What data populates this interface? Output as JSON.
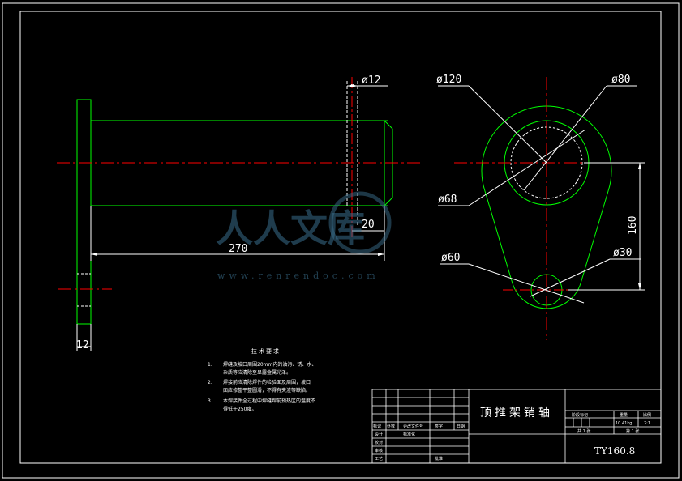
{
  "dimensions": {
    "shaft_hole_dia": "ø12",
    "hole_offset": "20",
    "shaft_length": "270",
    "flange_thickness": "12",
    "outer_dia": "ø120",
    "bore_dia": "ø80",
    "hub_dia": "ø68",
    "center_distance": "160",
    "small_end_dia": "ø60",
    "small_hole_dia": "ø30"
  },
  "notes": {
    "title": "技术要求",
    "items": [
      {
        "num": "1.",
        "line1": "焊缝及坡口周围20mm内的油污、锈、水、",
        "line2": "杂质等应清除至显露金属光泽。"
      },
      {
        "num": "2.",
        "line1": "焊接前应清除焊件的检验面及周围，坡口",
        "line2": "面应修整平整圆滑，不得有夹渣等缺陷。"
      },
      {
        "num": "3.",
        "line1": "本焊接件全过程中焊缝焊前预热区的温度不",
        "line2": "得低于250度。"
      }
    ]
  },
  "title_block": {
    "part_name": "顶推架销轴",
    "drawing_code": "TY160.8",
    "weight_label": "重量",
    "scale_label": "比例",
    "stage_label": "阶段标记",
    "weight_value": "10.41kg",
    "scale_value": "2:1",
    "sheets_total": "共 1 张",
    "sheet_no": "第 1 张",
    "row_marks": "标记",
    "row_count": "处数",
    "row_doc": "更改文件号",
    "row_sign": "签字",
    "row_date": "日期",
    "design": "设计",
    "check": "校对",
    "review": "审核",
    "process": "工艺",
    "standard": "标准化",
    "approve": "批准"
  },
  "watermark": {
    "text": "人人文库",
    "url": "www.renrendoc.com"
  },
  "colors": {
    "outline": "#00ff00",
    "centerline": "#ff0000",
    "dimension": "#ffffff",
    "background": "#000000",
    "watermark": "#3a6e8c"
  }
}
